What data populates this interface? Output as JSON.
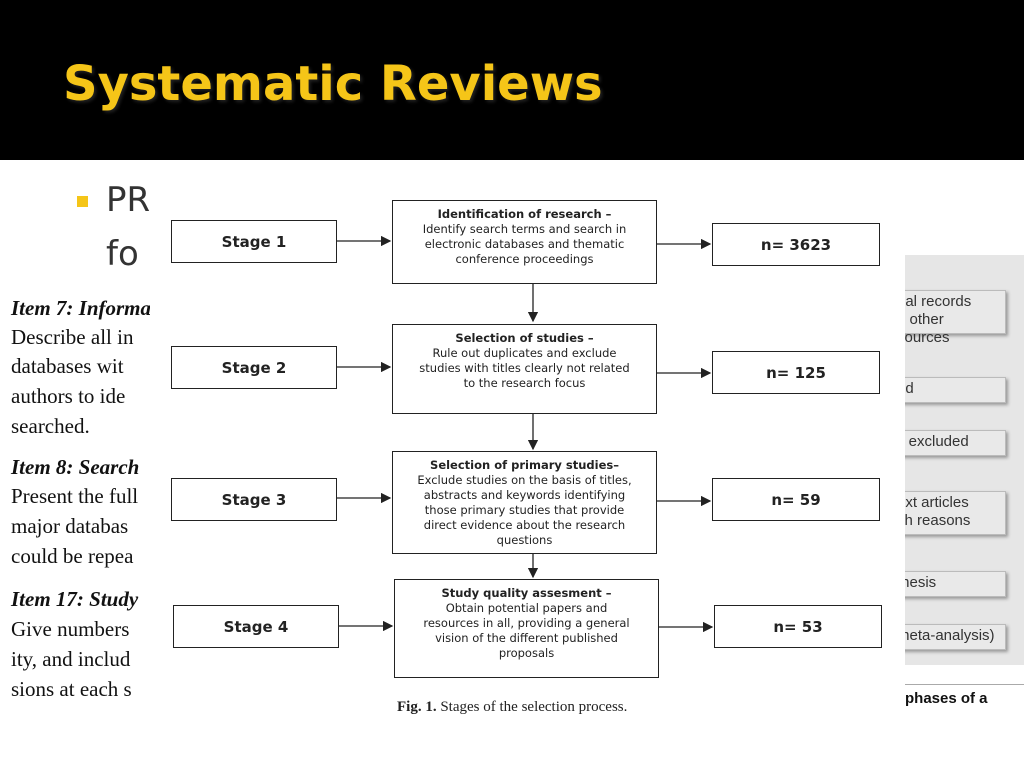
{
  "slide": {
    "title": "Systematic Reviews",
    "bullet_line_1": "PR",
    "bullet_line_2": "fo"
  },
  "background_paper": {
    "lines": [
      {
        "text": "Item 7: Informa",
        "style": "head"
      },
      {
        "text": "Describe all in",
        "style": "body"
      },
      {
        "text": "databases wit",
        "style": "body"
      },
      {
        "text": "authors to ide",
        "style": "body"
      },
      {
        "text": "searched.",
        "style": "body"
      },
      {
        "text": "Item 8: Search",
        "style": "head"
      },
      {
        "text": "Present the full",
        "style": "body"
      },
      {
        "text": "major databas",
        "style": "body"
      },
      {
        "text": "could be repea",
        "style": "body"
      },
      {
        "text": "Item 17: Study",
        "style": "head"
      },
      {
        "text": "Give numbers",
        "style": "body"
      },
      {
        "text": "ity, and includ",
        "style": "body"
      },
      {
        "text": "sions at each s",
        "style": "body"
      }
    ]
  },
  "background_flow": {
    "boxes": [
      "nal records\nh other sources",
      "ed",
      "s excluded",
      "ext articles\nith reasons",
      "thesis",
      "meta-analysis)"
    ],
    "caption": "phases of a"
  },
  "figure": {
    "stages": [
      "Stage 1",
      "Stage 2",
      "Stage 3",
      "Stage 4"
    ],
    "processes": [
      {
        "title": "Identification of research –",
        "body": "Identify search terms and search in\nelectronic databases and thematic\nconference proceedings"
      },
      {
        "title": "Selection of studies –",
        "body": "Rule out duplicates and exclude\nstudies with titles clearly not related\nto the research focus"
      },
      {
        "title": "Selection of primary studies–",
        "body": "Exclude studies on the basis of titles,\nabstracts and keywords identifying\nthose primary studies that provide\ndirect evidence about the research\nquestions"
      },
      {
        "title": "Study quality assesment –",
        "body": "Obtain potential papers and\nresources in all, providing a general\nvision of the different published\nproposals"
      }
    ],
    "counts": [
      "n= 3623",
      "n= 125",
      "n= 59",
      "n= 53"
    ],
    "caption_label": "Fig. 1.",
    "caption_text": "Stages of the selection process."
  }
}
